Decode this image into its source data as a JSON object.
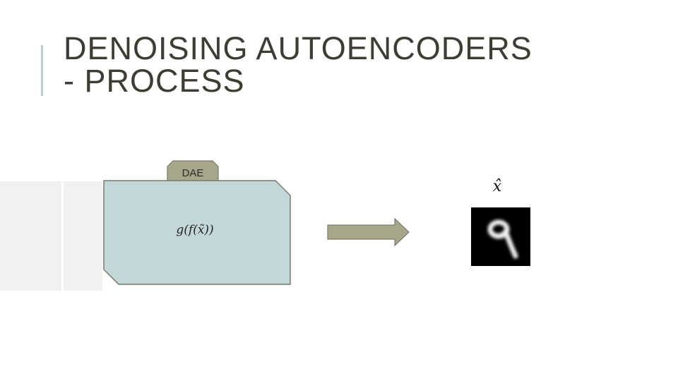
{
  "slide": {
    "title_line1": "DENOISING AUTOENCODERS",
    "title_line2": "- PROCESS"
  },
  "diagram": {
    "model_tab_label": "DAE",
    "model_formula": "g(f(x̃))",
    "output_label": "x̂",
    "output_image": "reconstructed handwritten digit 9 (MNIST)"
  },
  "colors": {
    "title_text": "#3f3c33",
    "accent_bar": "#b9ced3",
    "model_box_fill": "#c3d6d8",
    "model_box_border": "#7a7a6a",
    "tab_fill": "#a7a68a",
    "arrow_fill": "#a7a68a",
    "left_panel": "#f1f1f1"
  }
}
